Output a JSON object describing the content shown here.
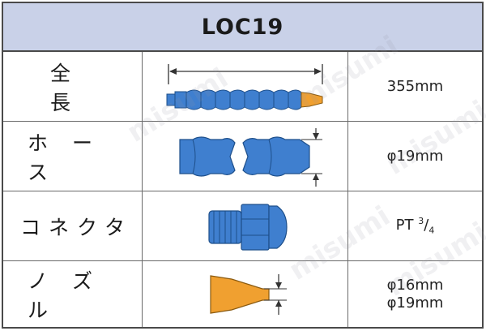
{
  "product": {
    "code": "LOC19"
  },
  "watermark_text": "misumi",
  "rows": [
    {
      "label": "全 長",
      "value_lines": [
        "355mm"
      ],
      "image_icon": "full-length-hose-diagram"
    },
    {
      "label": "ホース",
      "value_lines": [
        "φ19mm"
      ],
      "image_icon": "hose-segment-diagram"
    },
    {
      "label": "コネクタ",
      "connector": {
        "prefix": "PT ",
        "numerator": "3",
        "slash": "/",
        "denominator": "4"
      },
      "image_icon": "connector-diagram"
    },
    {
      "label": "ノズル",
      "value_lines": [
        "φ16mm",
        "φ19mm"
      ],
      "image_icon": "nozzle-diagram"
    }
  ],
  "colors": {
    "header_bg": "#c9d1e8",
    "hose_blue": "#3f7fcf",
    "nozzle_orange": "#f0a030",
    "border": "#4a4a4a"
  }
}
